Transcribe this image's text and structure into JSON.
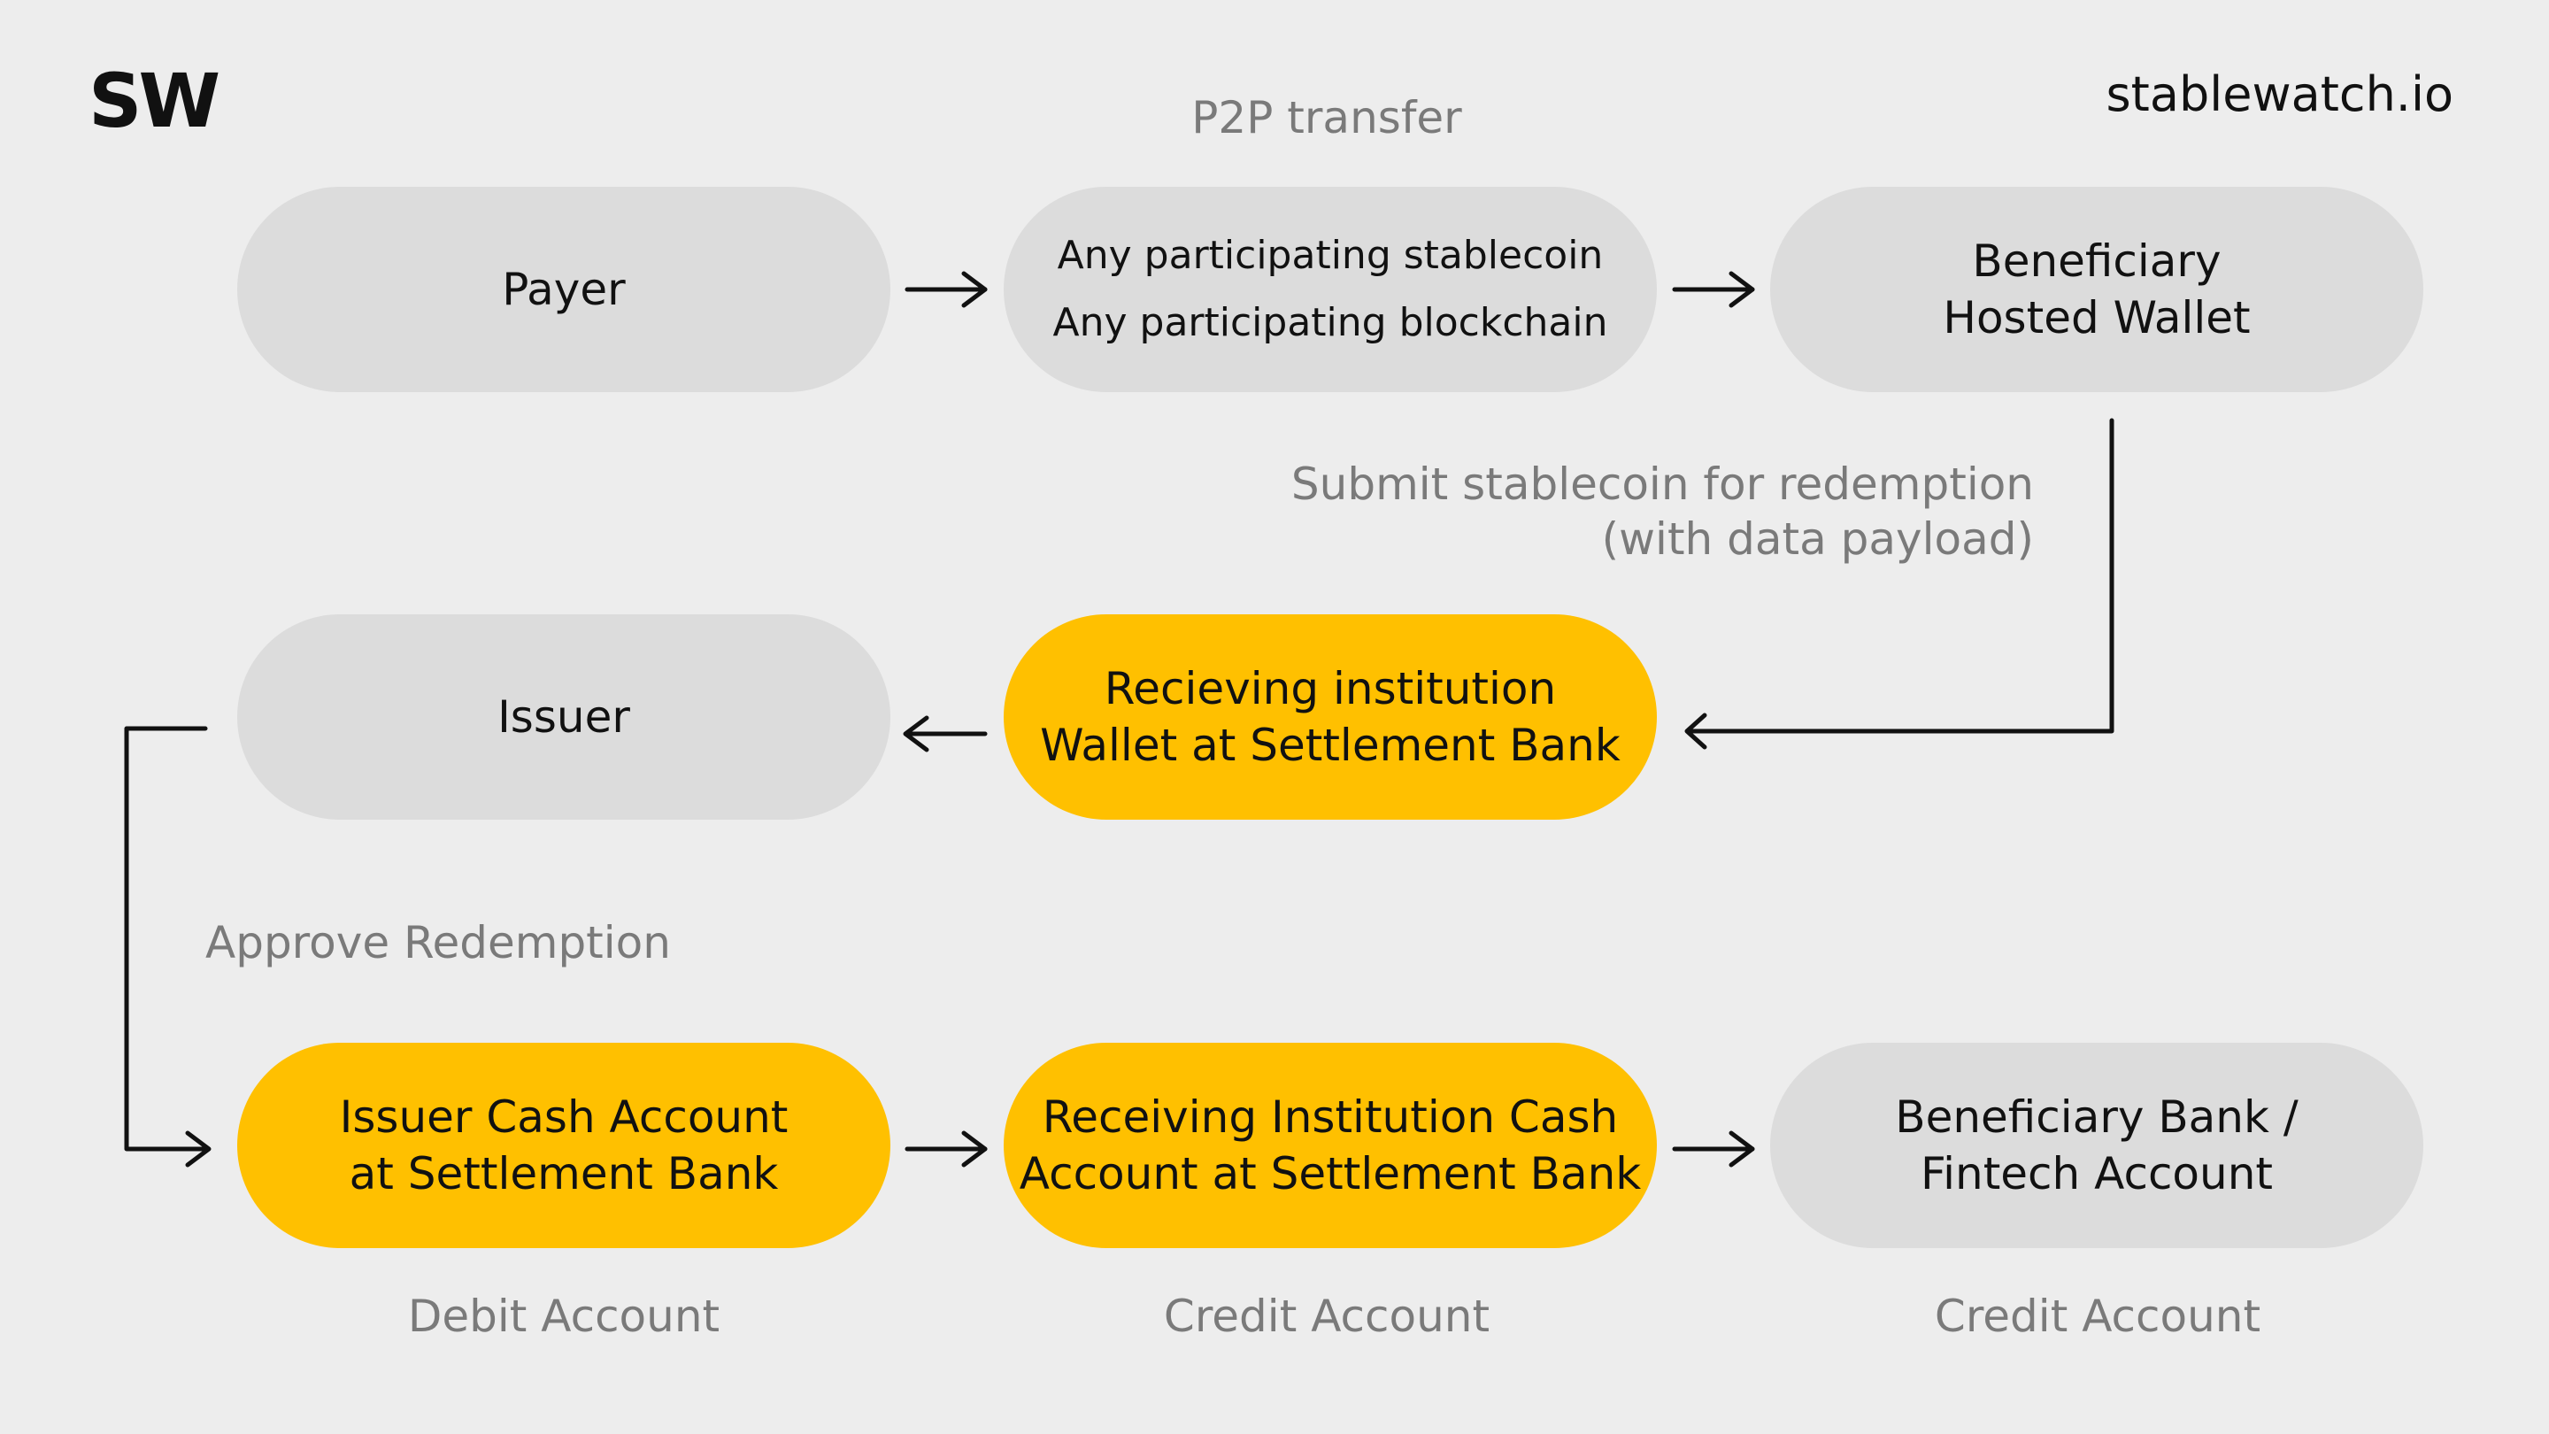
{
  "header": {
    "logo": "SW",
    "site": "stablewatch.io"
  },
  "row1": {
    "caption": "P2P transfer",
    "payer": "Payer",
    "stablecoin_line1": "Any participating stablecoin",
    "stablecoin_line2": "Any participating blockchain",
    "beneficiary_line1": "Beneficiary",
    "beneficiary_line2": "Hosted Wallet"
  },
  "redemption_note": {
    "line1": "Submit stablecoin for redemption",
    "line2": "(with data payload)"
  },
  "row2": {
    "issuer": "Issuer",
    "receiving_line1": "Recieving institution",
    "receiving_line2": "Wallet at Settlement Bank"
  },
  "approve_note": "Approve Redemption",
  "row3": {
    "issuer_cash_line1": "Issuer Cash Account",
    "issuer_cash_line2": "at Settlement Bank",
    "receiving_cash_line1": "Receiving Institution Cash",
    "receiving_cash_line2": "Account at Settlement Bank",
    "beneficiary_bank_line1": "Beneficiary Bank /",
    "beneficiary_bank_line2": "Fintech Account"
  },
  "account_labels": {
    "debit": "Debit Account",
    "credit_1": "Credit Account",
    "credit_2": "Credit Account"
  },
  "colors": {
    "background": "#ededed",
    "neutral_node": "#dcdcdc",
    "highlight_node": "#ffc000",
    "text": "#111111",
    "muted_text": "#7a7a7a",
    "arrow": "#111111"
  }
}
